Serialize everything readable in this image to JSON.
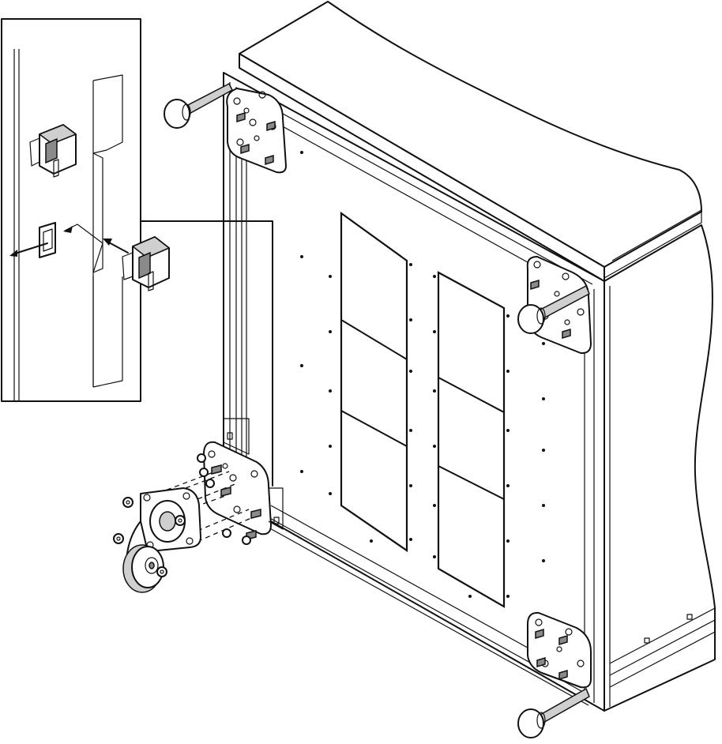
{
  "figure": {
    "caption": "",
    "colors": {
      "line": "#111111",
      "fill": "#ffffff",
      "shade": "#cfcfcf",
      "dark": "#8a8a8a"
    }
  },
  "parts": {
    "cabinet": "cabinet-body",
    "plates": [
      "top-left-mounting-plate",
      "top-right-mounting-plate",
      "bottom-right-mounting-plate",
      "bottom-left-caster-plate"
    ],
    "leveling_feet": 3,
    "caster": "swivel-caster",
    "detail_inset": "cage-nut-detail"
  }
}
